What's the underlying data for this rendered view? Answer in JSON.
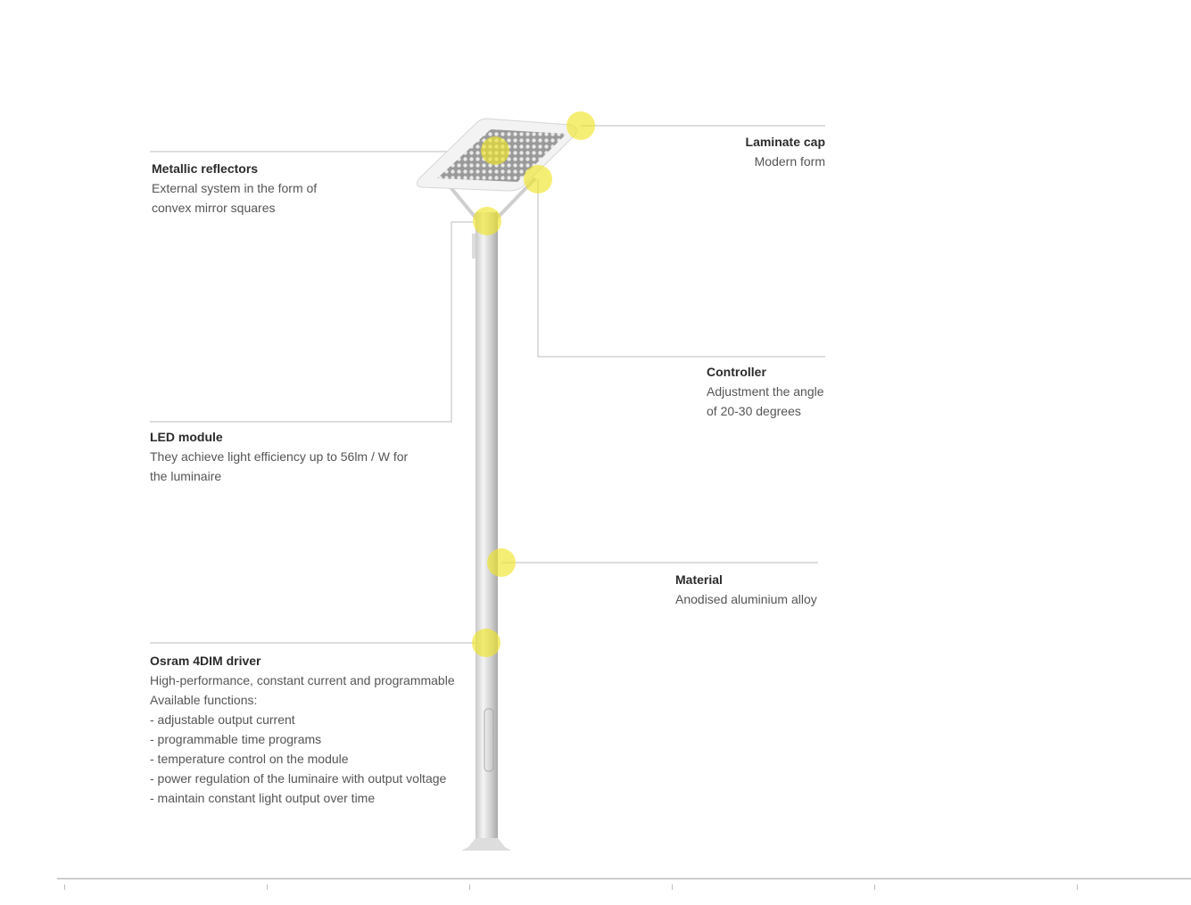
{
  "callouts": {
    "metallic_reflectors": {
      "title": "Metallic reflectors",
      "desc": "External system in the form of\nconvex mirror squares"
    },
    "laminate_cap": {
      "title": "Laminate cap",
      "desc": "Modern form"
    },
    "controller": {
      "title": "Controller",
      "desc": "Adjustment the angle\nof 20-30 degrees"
    },
    "led_module": {
      "title": "LED module",
      "desc": "They achieve light efficiency up to 56lm / W for\nthe luminaire"
    },
    "material": {
      "title": "Material",
      "desc": "Anodised aluminium alloy"
    },
    "osram_driver": {
      "title": "Osram 4DIM driver",
      "desc": "High-performance, constant current and programmable\nAvailable functions:\n- adjustable output current\n- programmable time programs\n- temperature control on the module\n- power regulation of the luminaire with output voltage\n- maintain constant light output over time"
    }
  },
  "colors": {
    "hotspot": "#f0e52a",
    "line": "#bdbdbd",
    "text": "#333333"
  }
}
